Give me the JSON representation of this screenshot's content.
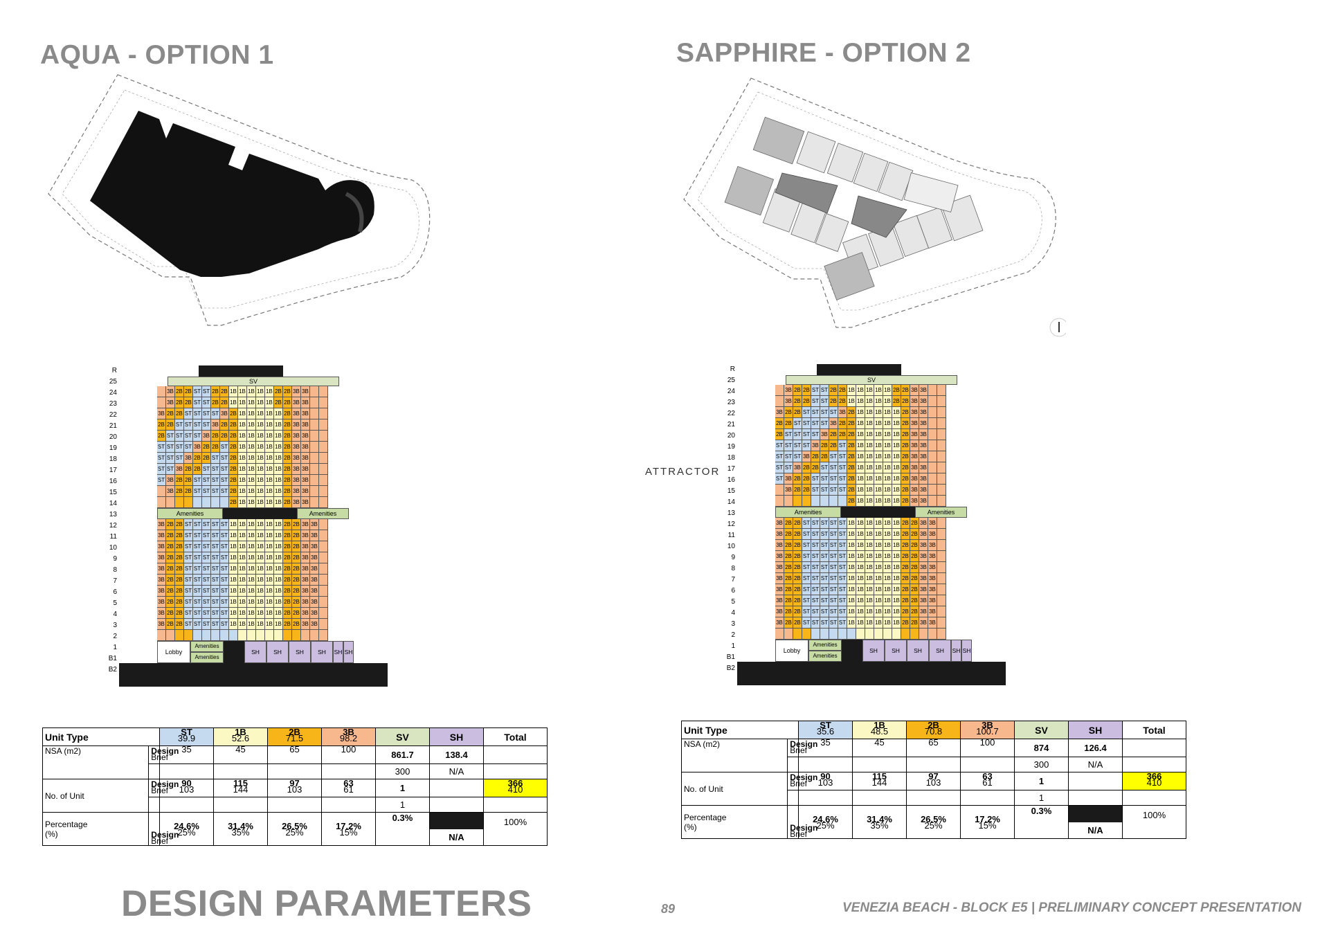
{
  "aqua": {
    "title": "AQUA - OPTION 1"
  },
  "sapphire": {
    "title": "SAPPHIRE - OPTION 2",
    "attractor": "ATTRACTOR"
  },
  "footer": {
    "title": "DESIGN PARAMETERS",
    "page": "89",
    "project": "VENEZIA BEACH - BLOCK E5 | PRELIMINARY CONCEPT PRESENTATION"
  },
  "colors": {
    "ST": "#c5d9ef",
    "1B": "#fbf8c4",
    "2B": "#f8b51a",
    "3B": "#f8b88e",
    "SV": "#d9e4c0",
    "SH": "#cabde0",
    "amenities": "#c7dca5",
    "total_highlight": "#ffff00",
    "black": "#1a1a1a"
  },
  "stack": {
    "floors": [
      "R",
      "25",
      "24",
      "23",
      "22",
      "21",
      "20",
      "19",
      "18",
      "17",
      "16",
      "15",
      "14",
      "13",
      "12",
      "11",
      "10",
      "9",
      "8",
      "7",
      "6",
      "5",
      "4",
      "3",
      "2",
      "1",
      "B1",
      "B2"
    ],
    "sv_label": "SV",
    "amenities_label": "Amenities",
    "lobby_label": "Lobby",
    "sh_label": "SH",
    "upper_rows": [
      "3B 2B 2B ST ST 2B 2B 1B 1B 1B 1B 1B 2B 2B 3B 3B",
      "3B 2B 2B ST ST 2B 2B 1B 1B 1B 1B 1B 2B 2B 3B 3B",
      "3B 2B 2B ST ST ST ST 3B 2B 1B 1B 1B 1B 1B 2B 3B 3B",
      "2B 2B ST ST ST ST 3B 2B 2B 1B 1B 1B 1B 1B 2B 3B 3B",
      "2B ST ST ST ST 3B 2B 2B 2B 1B 1B 1B 1B 1B 2B 3B 3B",
      "ST ST ST ST 3B 2B 2B ST 2B 1B 1B 1B 1B 1B 2B 3B 3B",
      "ST ST ST 3B 2B 2B ST ST 2B 1B 1B 1B 1B 1B 2B 3B 3B",
      "ST ST 3B 2B 2B ST ST ST 2B 1B 1B 1B 1B 1B 2B 3B 3B",
      "ST 3B 2B 2B ST ST ST ST 2B 1B 1B 1B 1B 1B 2B 3B 3B",
      "3B 2B 2B ST ST ST ST 2B 1B 1B 1B 1B 1B 2B 3B 3B",
      "2B 1B 1B 1B 1B 1B 2B 3B 3B"
    ],
    "lower_row": "3B 2B 2B ST ST ST ST ST 1B 1B 1B 1B 1B 1B 2B 2B 3B 3B"
  },
  "table_headers": {
    "unit_type": "Unit Type",
    "types": [
      "ST",
      "1B",
      "2B",
      "3B",
      "SV",
      "SH"
    ],
    "total": "Total",
    "nsa": "NSA (m2)",
    "design": "Design",
    "brief": "Brief",
    "no_units": "No. of Unit",
    "percentage": "Percentage",
    "pct_unit": "(%)"
  },
  "tables": [
    {
      "nsa_design": [
        "39.9",
        "52.6",
        "71.5",
        "98.2",
        "861.7",
        "138.4"
      ],
      "nsa_brief": [
        "35",
        "45",
        "65",
        "100",
        "300",
        "N/A"
      ],
      "units_design": [
        "90",
        "115",
        "97",
        "63",
        "1",
        "",
        "366"
      ],
      "units_brief": [
        "103",
        "144",
        "103",
        "61",
        "1",
        "",
        "410"
      ],
      "pct_design": [
        "24.6%",
        "31.4%",
        "26.5%",
        "17.2%",
        "0.3%"
      ],
      "pct_brief": [
        "25%",
        "35%",
        "25%",
        "15%",
        "N/A"
      ],
      "pct_total": "100%"
    },
    {
      "nsa_design": [
        "35.6",
        "48.5",
        "70.8",
        "100.7",
        "874",
        "126.4"
      ],
      "nsa_brief": [
        "35",
        "45",
        "65",
        "100",
        "300",
        "N/A"
      ],
      "units_design": [
        "90",
        "115",
        "97",
        "63",
        "1",
        "",
        "366"
      ],
      "units_brief": [
        "103",
        "144",
        "103",
        "61",
        "1",
        "",
        "410"
      ],
      "pct_design": [
        "24.6%",
        "31.4%",
        "26.5%",
        "17.2%",
        "0.3%"
      ],
      "pct_brief": [
        "25%",
        "35%",
        "25%",
        "15%",
        "N/A"
      ],
      "pct_total": "100%"
    }
  ]
}
